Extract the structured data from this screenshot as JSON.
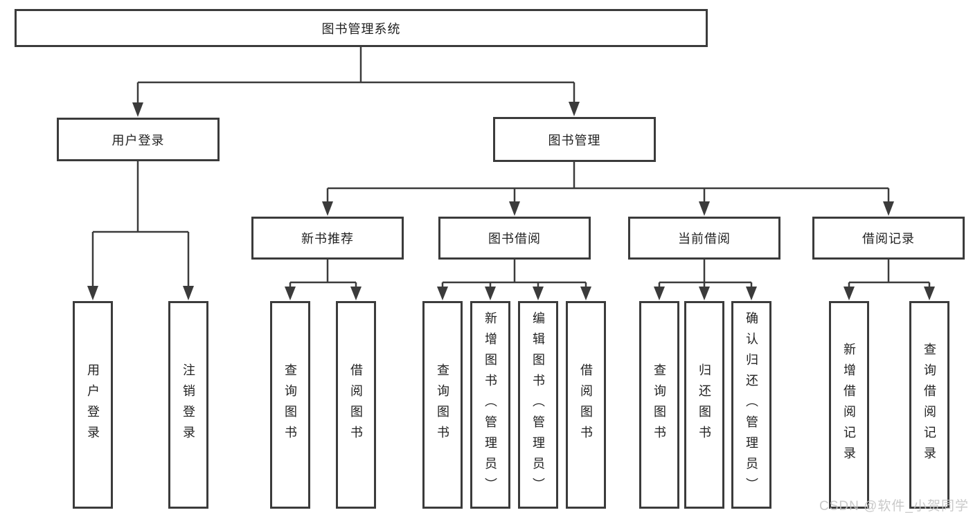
{
  "tree": {
    "root": {
      "label": "图书管理系统",
      "children": [
        {
          "label": "用户登录",
          "children": [
            {
              "label": "用户登录"
            },
            {
              "label": "注销登录"
            }
          ]
        },
        {
          "label": "图书管理",
          "children": [
            {
              "label": "新书推荐",
              "children": [
                {
                  "label": "查询图书"
                },
                {
                  "label": "借阅图书"
                }
              ]
            },
            {
              "label": "图书借阅",
              "children": [
                {
                  "label": "查询图书"
                },
                {
                  "label": "新增图书（管理员）"
                },
                {
                  "label": "编辑图书（管理员）"
                },
                {
                  "label": "借阅图书"
                }
              ]
            },
            {
              "label": "当前借阅",
              "children": [
                {
                  "label": "查询图书"
                },
                {
                  "label": "归还图书"
                },
                {
                  "label": "确认归还（管理员）"
                }
              ]
            },
            {
              "label": "借阅记录",
              "children": [
                {
                  "label": "新增借阅记录"
                },
                {
                  "label": "查询借阅记录"
                }
              ]
            }
          ]
        }
      ]
    }
  },
  "watermark": {
    "text": "CSDN @软件_小贺同学",
    "color": "#c4c4c4"
  },
  "colors": {
    "line": "#3b3b3b",
    "box_border": "#3b3b3b",
    "box_fill": "#ffffff",
    "text": "#222222",
    "background": "#ffffff"
  }
}
